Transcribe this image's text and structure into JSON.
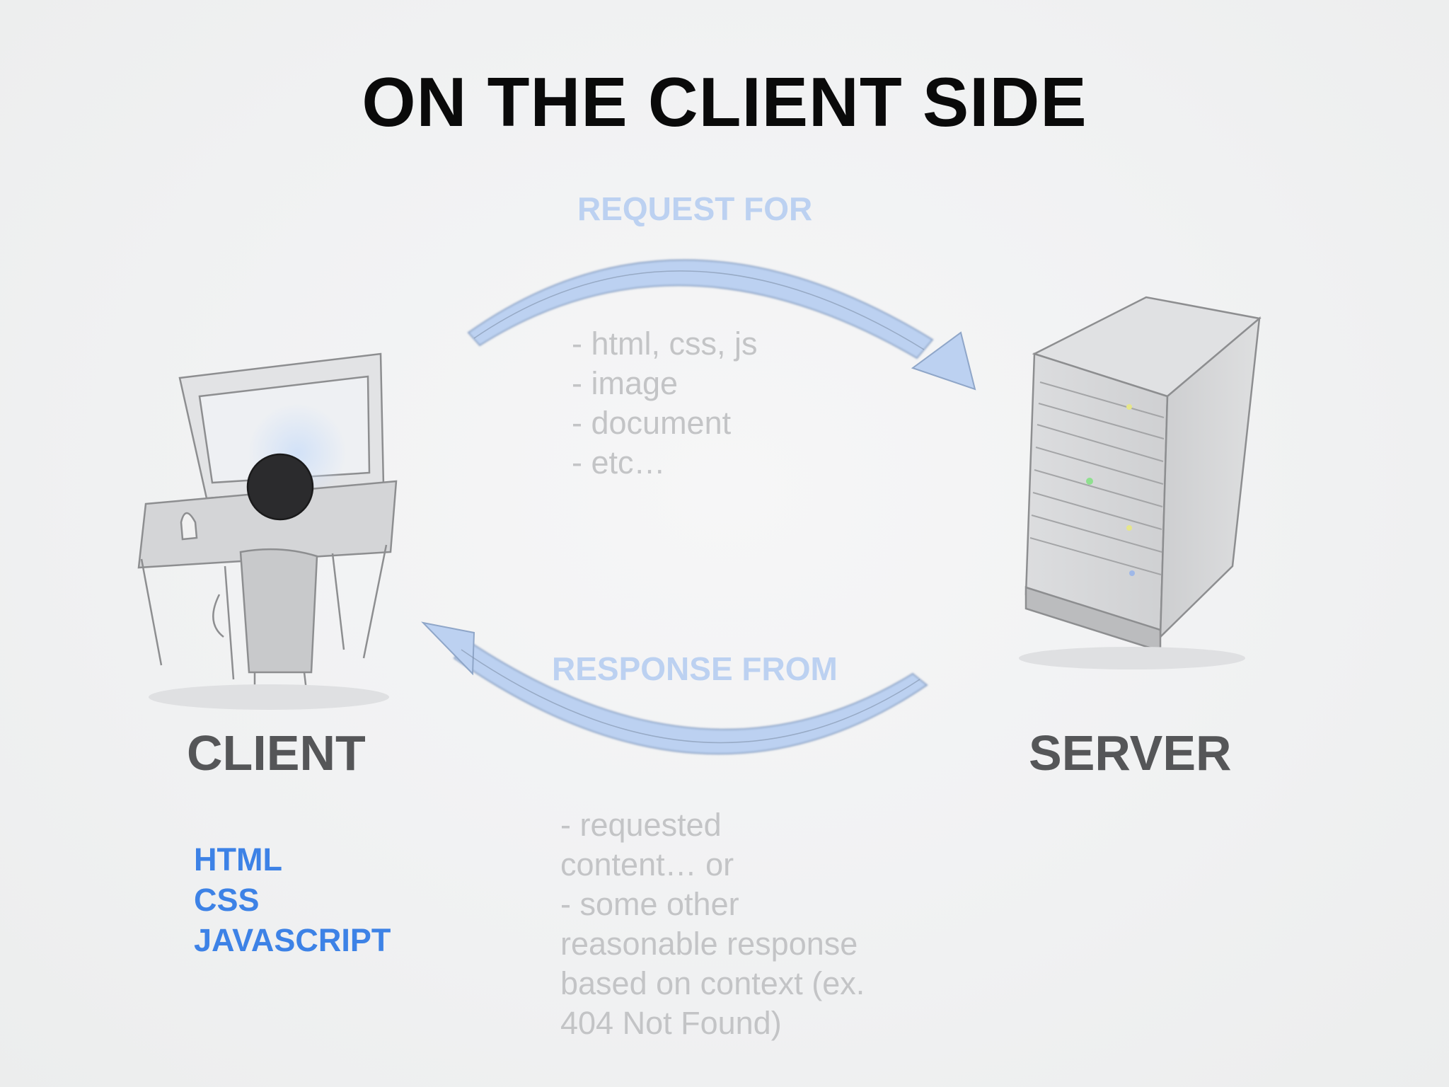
{
  "slide": {
    "title": "ON THE CLIENT SIDE"
  },
  "request": {
    "label": "REQUEST FOR",
    "items": [
      "- html, css, js",
      "- image",
      "- document",
      "- etc…"
    ]
  },
  "response": {
    "label": "RESPONSE FROM",
    "items": [
      "- requested",
      "content… or",
      "- some other",
      "reasonable response",
      "based on context (ex.",
      "404 Not Found)"
    ]
  },
  "client": {
    "label": "CLIENT",
    "technologies": [
      "HTML",
      "CSS",
      "JAVASCRIPT"
    ]
  },
  "server": {
    "label": "SERVER"
  },
  "colors": {
    "title": "#0a0a0a",
    "arrow_label": "#bcd1f1",
    "arrow_fill": "#b9cff0",
    "muted_text": "#c3c4c6",
    "node_label": "#555658",
    "technology": "#3d82e6"
  },
  "icons": [
    "client-computer-sketch-icon",
    "server-tower-sketch-icon",
    "request-arrow-icon",
    "response-arrow-icon"
  ]
}
